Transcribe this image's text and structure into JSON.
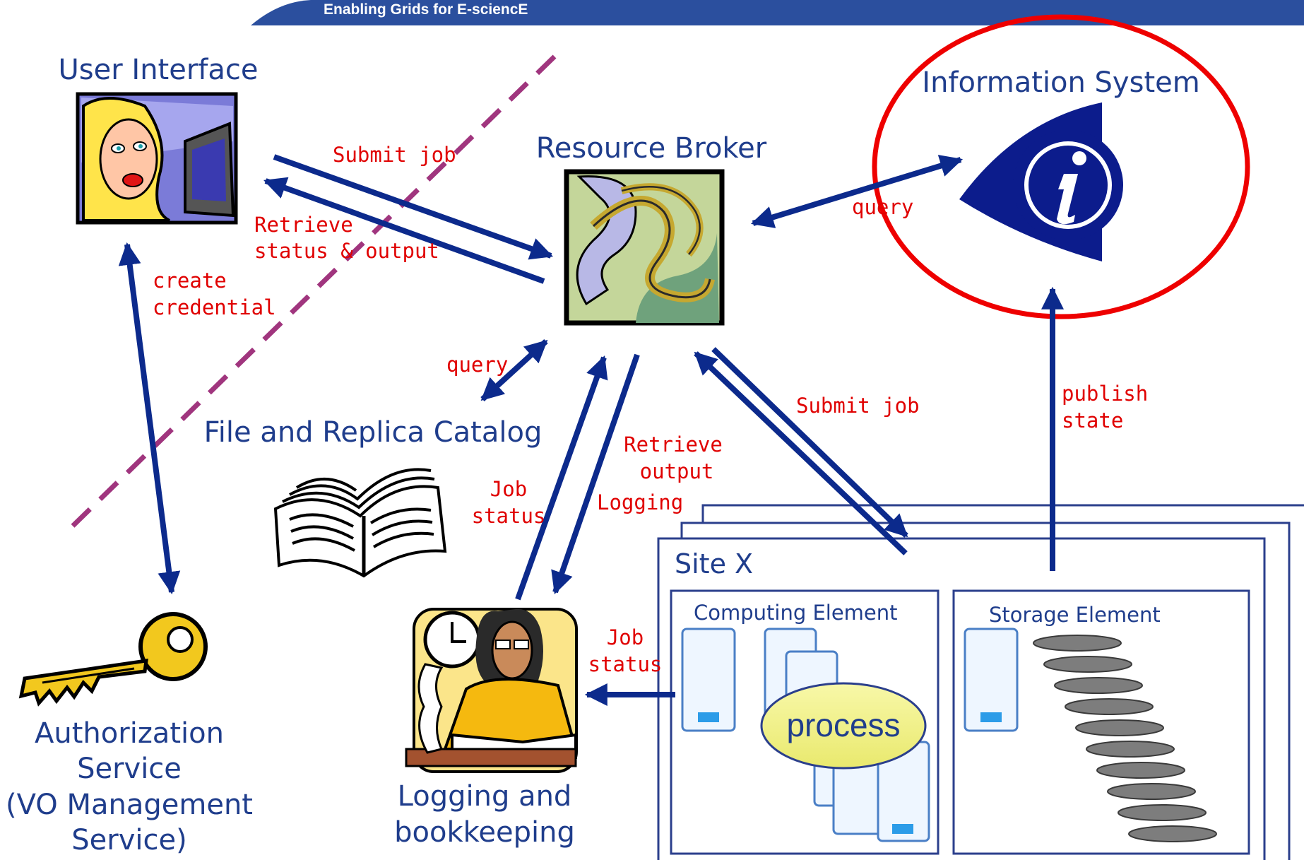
{
  "header": {
    "title": "Enabling Grids for E-sciencE"
  },
  "nodes": {
    "user_interface": "User Interface",
    "resource_broker": "Resource Broker",
    "information_system": "Information System",
    "file_replica_catalog": "File and Replica Catalog",
    "authorization_service": [
      "Authorization",
      "Service",
      "(VO Management",
      "Service)"
    ],
    "logging_bookkeeping": [
      "Logging and",
      "bookkeeping"
    ],
    "site": "Site X",
    "computing_element": "Computing Element",
    "storage_element": "Storage Element",
    "process": "process"
  },
  "edge_labels": {
    "submit_job_ui": "Submit job",
    "retrieve_status_output": [
      "Retrieve",
      "status & output"
    ],
    "create_credential": [
      "create",
      "credential"
    ],
    "query_is": "query",
    "query_catalog": "query",
    "submit_job_site": "Submit job",
    "publish_state": [
      "publish",
      "state"
    ],
    "retrieve_output": [
      "Retrieve",
      "output"
    ],
    "job_status_rb": [
      "Job",
      "status"
    ],
    "logging": "Logging",
    "job_status_ce": [
      "Job",
      "status"
    ]
  },
  "colors": {
    "banner": "#2b4f9e",
    "arrow": "#0c2a8c",
    "label_red": "#e00000",
    "label_blue": "#1f3d8c",
    "highlight_circle": "#ee0000",
    "dashed_divider": "#a0357e"
  }
}
